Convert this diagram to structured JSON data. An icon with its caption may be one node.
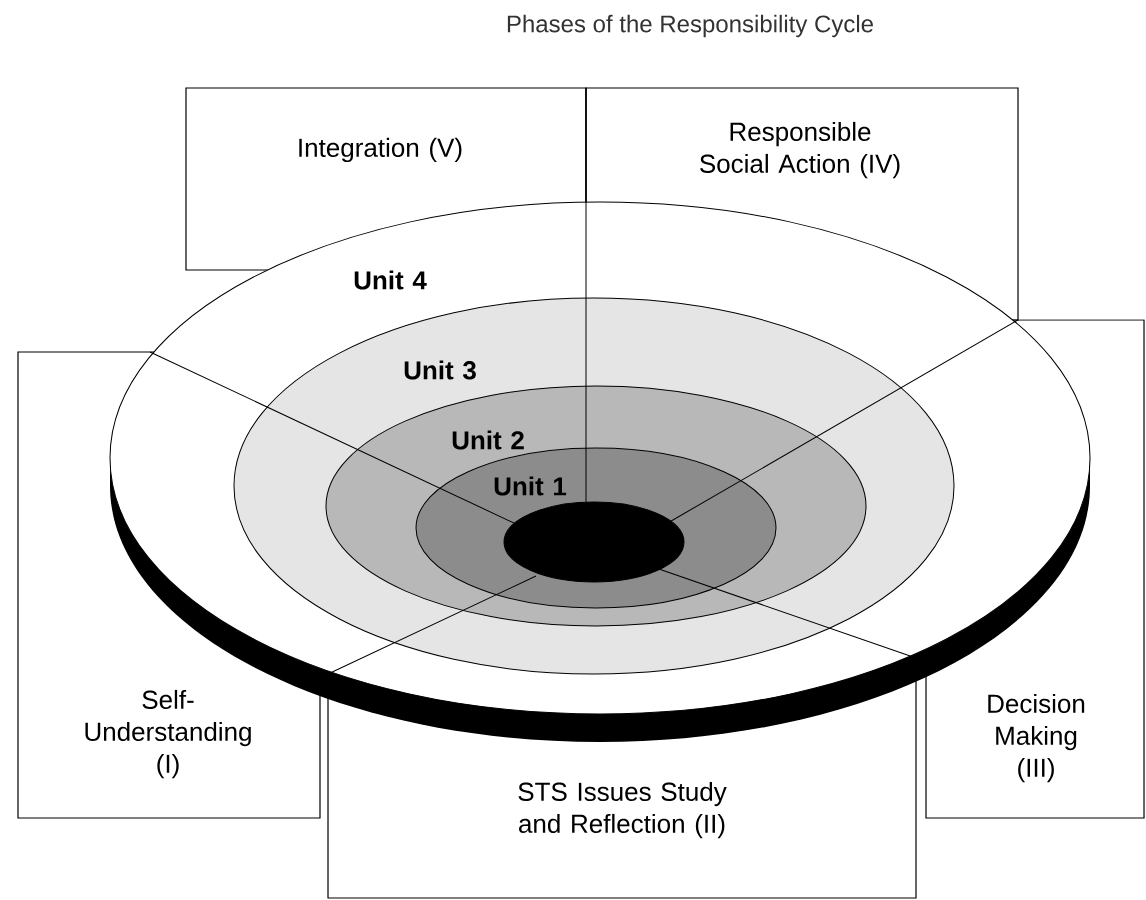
{
  "diagram": {
    "title": "Phases of the Responsibility Cycle",
    "nodes": [
      {
        "text": [
          "Integration (V)"
        ]
      },
      {
        "text": [
          "Responsible Social Action (IV)"
        ]
      },
      {
        "text": [
          "Unit 4"
        ]
      },
      {
        "text": [
          "Unit 3"
        ],
        "in": 2
      },
      {
        "text": [
          "Unit 2"
        ],
        "in": 3
      },
      {
        "text": [
          "Unit 1"
        ],
        "in": 4
      },
      {
        "text": [],
        "shape": "circle",
        "in": 5
      },
      {
        "text": [
          "Self-Understanding (I)"
        ]
      },
      {
        "text": [
          "Decision Making (III)"
        ]
      },
      {
        "text": [
          "STS Issues Study and Reflection (II)"
        ]
      }
    ]
  }
}
